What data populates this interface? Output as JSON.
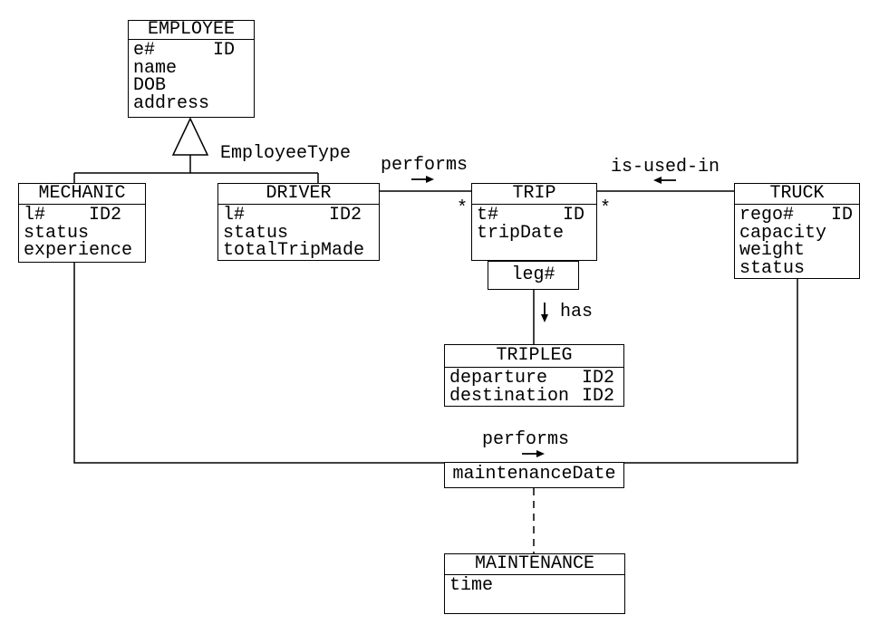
{
  "entities": {
    "employee": {
      "title": "EMPLOYEE",
      "attributes": [
        {
          "name": "e#",
          "tag": "ID"
        },
        {
          "name": "name"
        },
        {
          "name": "DOB"
        },
        {
          "name": "address"
        }
      ]
    },
    "mechanic": {
      "title": "MECHANIC",
      "attributes": [
        {
          "name": "l#",
          "tag": "ID2"
        },
        {
          "name": "status"
        },
        {
          "name": "experience"
        }
      ]
    },
    "driver": {
      "title": "DRIVER",
      "attributes": [
        {
          "name": "l#",
          "tag": "ID2"
        },
        {
          "name": "status"
        },
        {
          "name": "totalTripMade"
        }
      ]
    },
    "trip": {
      "title": "TRIP",
      "attributes": [
        {
          "name": "t#",
          "tag": "ID"
        },
        {
          "name": "tripDate"
        }
      ]
    },
    "truck": {
      "title": "TRUCK",
      "attributes": [
        {
          "name": "rego#",
          "tag": "ID"
        },
        {
          "name": "capacity"
        },
        {
          "name": "weight"
        },
        {
          "name": "status"
        }
      ]
    },
    "tripleg": {
      "title": "TRIPLEG",
      "attributes": [
        {
          "name": "departure",
          "tag": "ID2"
        },
        {
          "name": "destination",
          "tag": "ID2"
        }
      ]
    },
    "maintenance": {
      "title": "MAINTENANCE",
      "attributes": [
        {
          "name": "time"
        }
      ]
    }
  },
  "attribute_boxes": {
    "leg": "leg#",
    "maintenance_date": "maintenanceDate"
  },
  "labels": {
    "subtype_relationship": "EmployeeType",
    "driver_trip_relationship": "performs",
    "trip_truck_relationship": "is-used-in",
    "trip_tripleg_relationship": "has",
    "mechanic_truck_relationship": "performs",
    "multiplicity_trip_left": "*",
    "multiplicity_trip_right": "*"
  },
  "colors": {
    "line": "#000000",
    "background": "#ffffff",
    "text": "#000000"
  }
}
